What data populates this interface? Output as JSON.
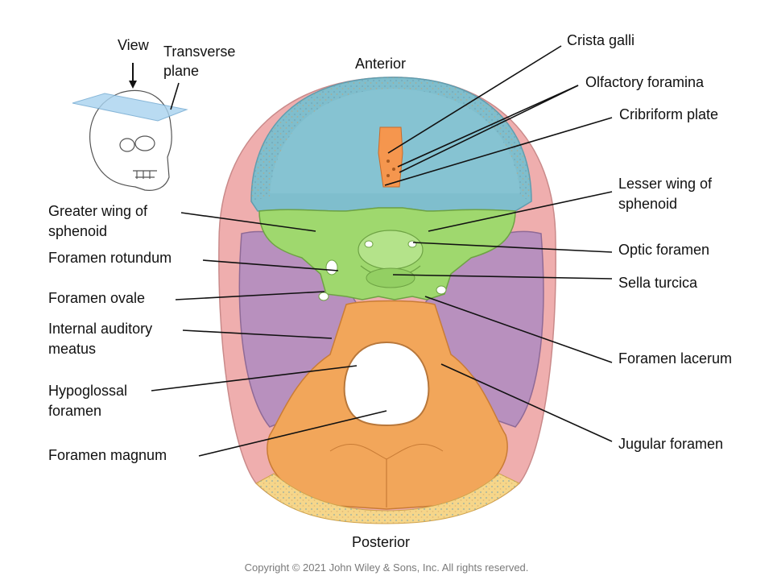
{
  "orientation": {
    "anterior": "Anterior",
    "posterior": "Posterior"
  },
  "inset": {
    "view": "View",
    "plane": "Transverse\nplane"
  },
  "labels_right": {
    "crista_galli": "Crista galli",
    "olfactory_foramina": "Olfactory foramina",
    "cribriform_plate": "Cribriform plate",
    "lesser_wing": "Lesser wing of\nsphenoid",
    "optic_foramen": "Optic foramen",
    "sella_turcica": "Sella turcica",
    "foramen_lacerum": "Foramen lacerum",
    "jugular_foramen": "Jugular foramen"
  },
  "labels_left": {
    "greater_wing": "Greater wing of\nsphenoid",
    "foramen_rotundum": "Foramen rotundum",
    "foramen_ovale": "Foramen ovale",
    "internal_auditory": "Internal auditory\nmeatus",
    "hypoglossal": "Hypoglossal\nforamen",
    "foramen_magnum": "Foramen magnum"
  },
  "copyright": "Copyright © 2021 John Wiley & Sons, Inc. All rights reserved.",
  "colors": {
    "frontal": "#7fbecd",
    "sphenoid": "#9fd86e",
    "temporal": "#b890be",
    "occipital": "#f2a65a",
    "parietal_rim": "#efaeae",
    "diploe": "#f6d68a",
    "ethmoid": "#f5964e"
  }
}
